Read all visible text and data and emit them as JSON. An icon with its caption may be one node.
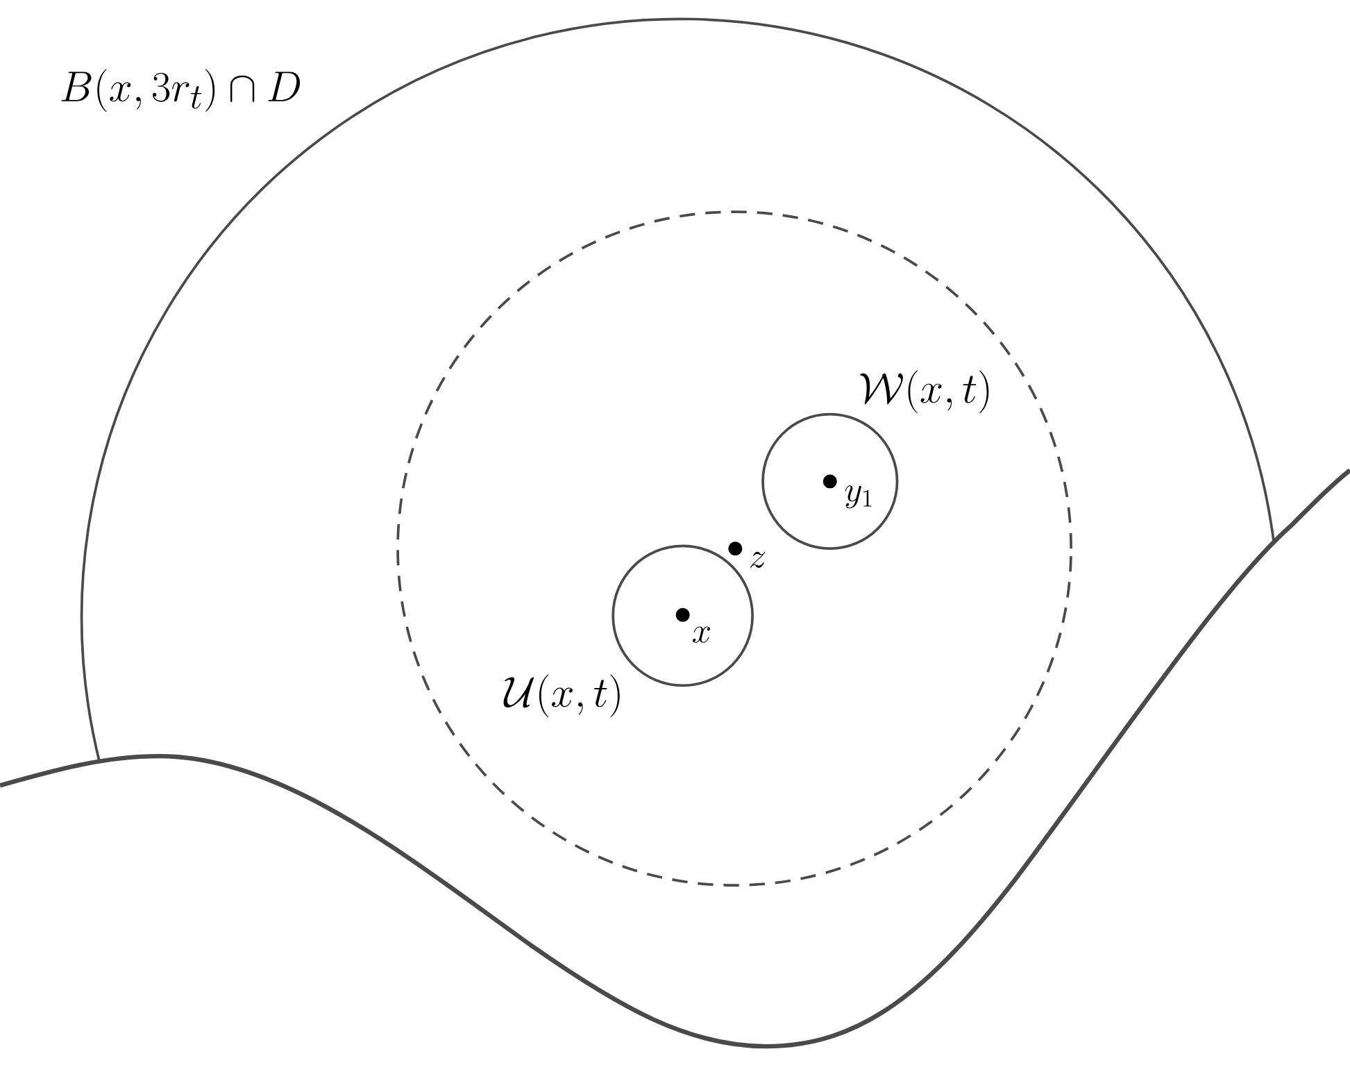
{
  "diagram": {
    "nodes": [
      {
        "text": [
          "B(x,3r_t)\\cap D"
        ]
      },
      {
        "text": [],
        "shape": "circle",
        "in": 0
      },
      {
        "text": [
          "\\mathcal{U}(x,t)"
        ],
        "in": 1
      },
      {
        "text": [
          "\\mathcal{W}(x,t)"
        ],
        "in": 1
      }
    ],
    "labels": [
      "y_1",
      "z",
      "x"
    ]
  }
}
